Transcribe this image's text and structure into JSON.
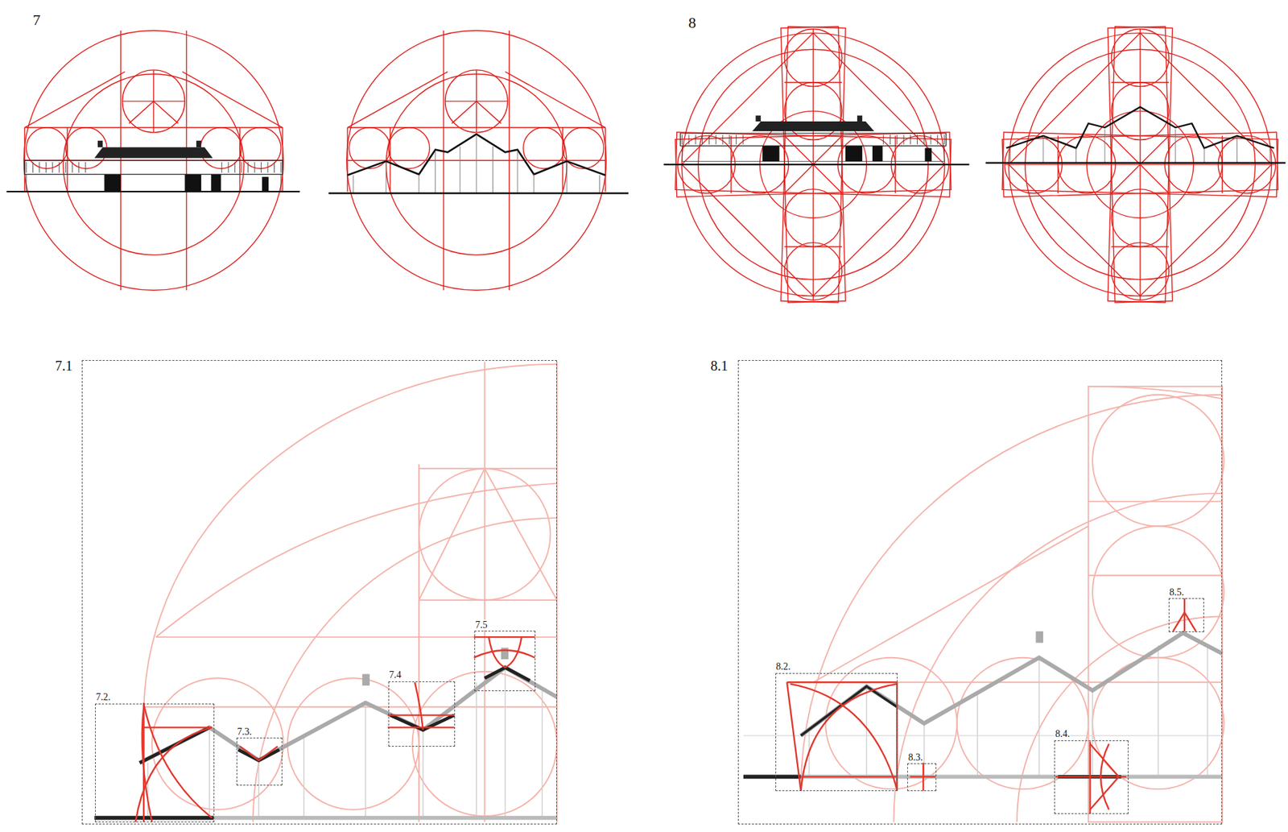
{
  "diagram": {
    "nodes": [
      {
        "text": [
          "7.1"
        ]
      },
      {
        "text": [
          "7.2."
        ],
        "in": 0
      },
      {
        "text": [
          "7.3."
        ],
        "in": 0
      },
      {
        "text": [
          "7.4"
        ],
        "in": 0
      },
      {
        "text": [
          "7.5"
        ],
        "in": 0
      },
      {
        "text": [
          "8.1"
        ]
      },
      {
        "text": [
          "8.2."
        ],
        "in": 5
      },
      {
        "text": [
          "8.3."
        ],
        "in": 5
      },
      {
        "text": [
          "8.4."
        ],
        "in": 5
      },
      {
        "text": [
          "8.5."
        ],
        "in": 5
      }
    ],
    "labels": [
      "7",
      "8"
    ]
  }
}
